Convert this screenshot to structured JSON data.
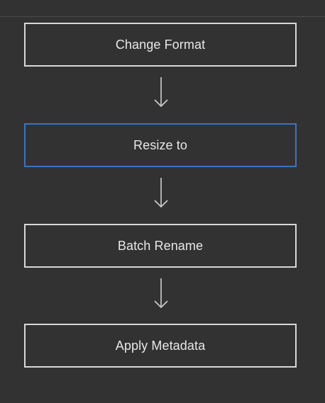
{
  "workflow": {
    "steps": [
      {
        "label": "Change Format",
        "selected": false
      },
      {
        "label": "Resize to",
        "selected": true
      },
      {
        "label": "Batch Rename",
        "selected": false
      },
      {
        "label": "Apply Metadata",
        "selected": false
      }
    ]
  },
  "colors": {
    "background": "#323232",
    "box_border": "#d8d8d8",
    "selected_border": "#3e72c0",
    "text": "#e8e8e8",
    "arrow": "#d0d0d0"
  }
}
